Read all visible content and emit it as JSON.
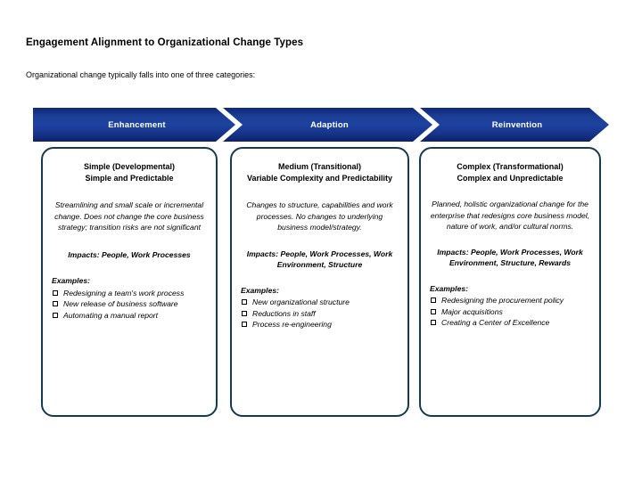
{
  "page": {
    "title": "Engagement Alignment to Organizational Change Types",
    "subtitle": "Organizational change typically falls into one of three categories:"
  },
  "colors": {
    "chevron_blue": "#1b3f96",
    "chevron_blue_dark": "#0c2068",
    "card_border": "#163b4e",
    "chevron_label": "#ffffff",
    "text": "#000000",
    "background": "#ffffff"
  },
  "chevrons": [
    {
      "label": "Enhancement"
    },
    {
      "label": "Adaption"
    },
    {
      "label": "Reinvention"
    }
  ],
  "cards": [
    {
      "heading_line1": "Simple (Developmental)",
      "heading_line2": "Simple and Predictable",
      "description": "Streamlining and small scale or incremental change. Does not change the core business strategy; transition risks are not significant",
      "impacts": "Impacts: People, Work Processes",
      "examples_label": "Examples:",
      "examples": [
        "Redesigning a team's work process",
        "New release of business software",
        "Automating a manual report"
      ]
    },
    {
      "heading_line1": "Medium (Transitional)",
      "heading_line2": "Variable Complexity and Predictability",
      "description": "Changes to structure, capabilities and work processes. No changes to underlying business model/strategy.",
      "impacts": "Impacts: People, Work Processes, Work Environment, Structure",
      "examples_label": "Examples:",
      "examples": [
        "New organizational structure",
        "Reductions in staff",
        "Process re-engineering"
      ]
    },
    {
      "heading_line1": "Complex (Transformational)",
      "heading_line2": "Complex and Unpredictable",
      "description": "Planned, holistic organizational change for the enterprise that redesigns core business model, nature of work, and/or cultural norms.",
      "impacts": "Impacts: People, Work Processes, Work Environment, Structure, Rewards",
      "examples_label": "Examples:",
      "examples": [
        "Redesigning the procurement policy",
        "Major acquisitions",
        "Creating a Center of Excellence"
      ]
    }
  ]
}
